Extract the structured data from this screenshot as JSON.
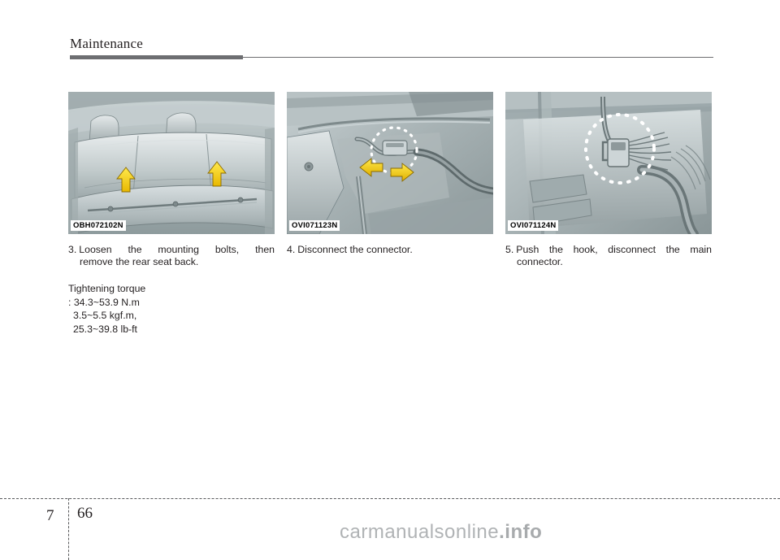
{
  "header": {
    "title": "Maintenance"
  },
  "figures": [
    {
      "code": "OBH072102N",
      "alt": "rear-seat-back-mounting-bolts",
      "code_align": "left"
    },
    {
      "code": "OVI071123N",
      "alt": "connector-disconnect",
      "code_align": "left"
    },
    {
      "code": "OVI071124N",
      "alt": "hook-main-connector",
      "code_align": "left"
    }
  ],
  "steps": [
    {
      "number": "3.",
      "text": "Loosen the mounting bolts, then",
      "continuation": "remove the rear seat back."
    },
    {
      "number": "4.",
      "text": "Disconnect the connector.",
      "continuation": ""
    },
    {
      "number": "5.",
      "text": "Push the hook, disconnect the main",
      "continuation": "connector."
    }
  ],
  "torque": {
    "title": "Tightening torque",
    "line1": ": 34.3~53.9 N.m",
    "line2": "3.5~5.5 kgf.m,",
    "line3": "25.3~39.8 lb-ft"
  },
  "footer": {
    "chapter": "7",
    "page": "66",
    "watermark_plain": "carmanualsonline",
    "watermark_suffix": ".info"
  }
}
